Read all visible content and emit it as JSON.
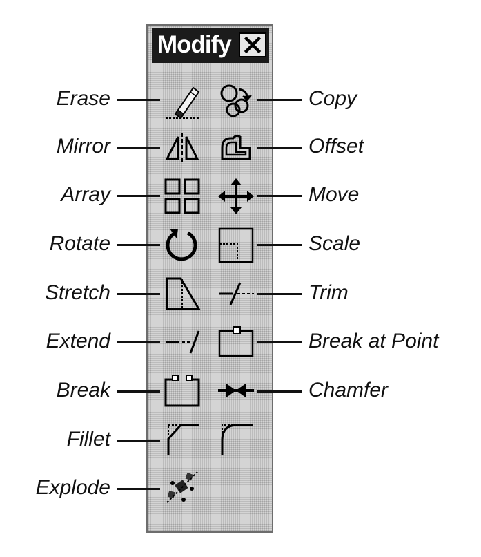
{
  "toolbar": {
    "title": "Modify"
  },
  "left_labels": [
    {
      "key": "erase",
      "label": "Erase"
    },
    {
      "key": "mirror",
      "label": "Mirror"
    },
    {
      "key": "array",
      "label": "Array"
    },
    {
      "key": "rotate",
      "label": "Rotate"
    },
    {
      "key": "stretch",
      "label": "Stretch"
    },
    {
      "key": "extend",
      "label": "Extend"
    },
    {
      "key": "break",
      "label": "Break"
    },
    {
      "key": "fillet",
      "label": "Fillet"
    },
    {
      "key": "explode",
      "label": "Explode"
    }
  ],
  "right_labels": [
    {
      "key": "copy",
      "label": "Copy"
    },
    {
      "key": "offset",
      "label": "Offset"
    },
    {
      "key": "move",
      "label": "Move"
    },
    {
      "key": "scale",
      "label": "Scale"
    },
    {
      "key": "trim",
      "label": "Trim"
    },
    {
      "key": "break-at-point",
      "label": "Break at Point"
    },
    {
      "key": "chamfer",
      "label": "Chamfer"
    }
  ],
  "icons": {
    "erase": "eraser-icon",
    "copy": "copy-circles-icon",
    "mirror": "mirror-triangles-icon",
    "offset": "offset-shape-icon",
    "array": "array-grid-icon",
    "move": "move-arrows-icon",
    "rotate": "rotate-arrow-icon",
    "scale": "scale-squares-icon",
    "stretch": "stretch-shape-icon",
    "trim": "trim-line-icon",
    "extend": "extend-line-icon",
    "break-at-point": "break-at-point-icon",
    "break": "break-rectangle-icon",
    "chamfer": "chamfer-arrows-icon",
    "fillet": "fillet-corner-icon",
    "fillet-round": "fillet-round-corner-icon",
    "explode": "explode-icon"
  }
}
